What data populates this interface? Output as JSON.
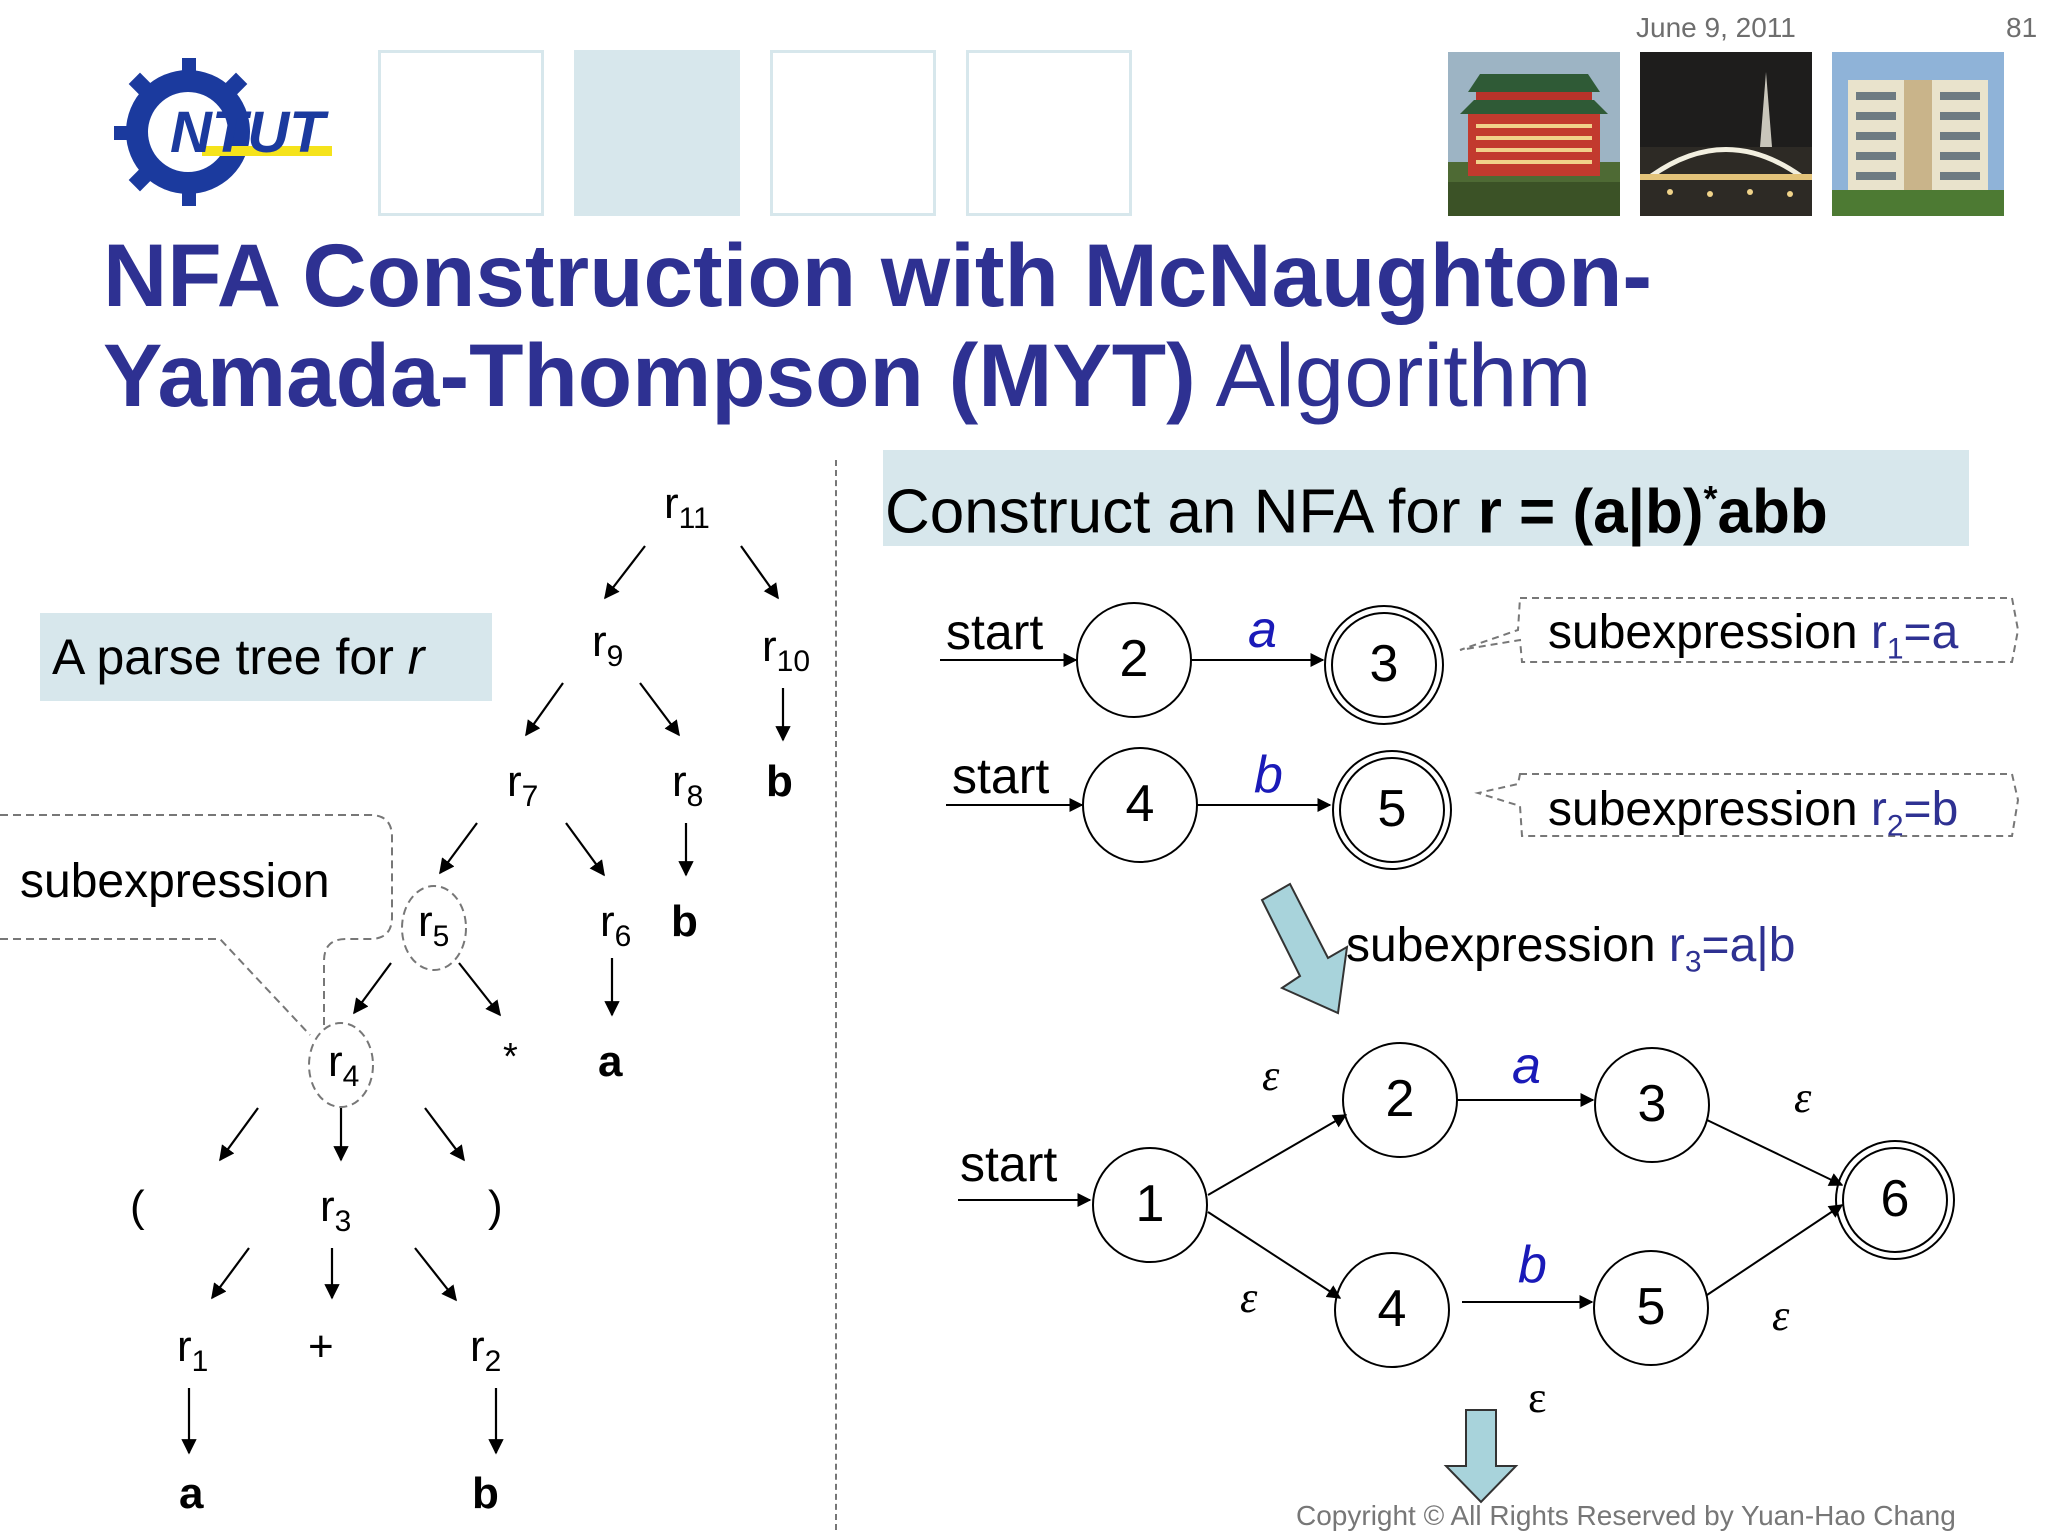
{
  "header": {
    "date": "June 9, 2011",
    "page_number": "81",
    "logo_text": "NTUT"
  },
  "title": {
    "bold": "NFA Construction with McNaughton-Yamada-Thompson (MYT)",
    "normal": " Algorithm",
    "line1": "NFA Construction with McNaughton-",
    "line2_bold": "Yamada-Thompson (MYT)",
    "line2_normal": " Algorithm"
  },
  "parse_tree": {
    "label_prefix": "A parse tree for ",
    "label_var": "r",
    "callout": "subexpression",
    "nodes": {
      "r11": "11",
      "r9": "9",
      "r10": "10",
      "r7": "7",
      "r8": "8",
      "r5": "5",
      "r6": "6",
      "r4": "4",
      "r3": "3",
      "r1": "1",
      "r2": "2",
      "r": "r"
    },
    "leaves": {
      "b_top": "b",
      "b_mid": "b",
      "a_mid": "a",
      "star": "*",
      "lparen": "(",
      "rparen": ")",
      "plus": "+",
      "a_bottom": "a",
      "b_bottom": "b"
    }
  },
  "nfa": {
    "heading_prefix": "Construct an NFA for ",
    "heading_expr": "r = (a|b)",
    "heading_star": "*",
    "heading_suffix": "abb",
    "start": "start",
    "epsilon": "ε",
    "sub1_text": "subexpression ",
    "sub1_expr_r": "r",
    "sub1_expr_idx": "1",
    "sub1_expr_val": "=a",
    "sub2_text": "subexpression ",
    "sub2_expr_r": "r",
    "sub2_expr_idx": "2",
    "sub2_expr_val": "=b",
    "sub3_text": "subexpression ",
    "sub3_expr_r": "r",
    "sub3_expr_idx": "3",
    "sub3_expr_val": "=a|b",
    "nfa1": {
      "from": "2",
      "to": "3",
      "symbol": "a"
    },
    "nfa2": {
      "from": "4",
      "to": "5",
      "symbol": "b"
    },
    "nfa3": {
      "states": [
        "1",
        "2",
        "3",
        "4",
        "5",
        "6"
      ],
      "sym_a": "a",
      "sym_b": "b"
    }
  },
  "footer": {
    "copyright": "Copyright © All Rights Reserved by Yuan-Hao Chang"
  },
  "colors": {
    "title": "#2e3192",
    "label_bg": "#d7e7ec",
    "symbol": "#1a1ab8",
    "arrow_fill": "#a8d3db"
  }
}
